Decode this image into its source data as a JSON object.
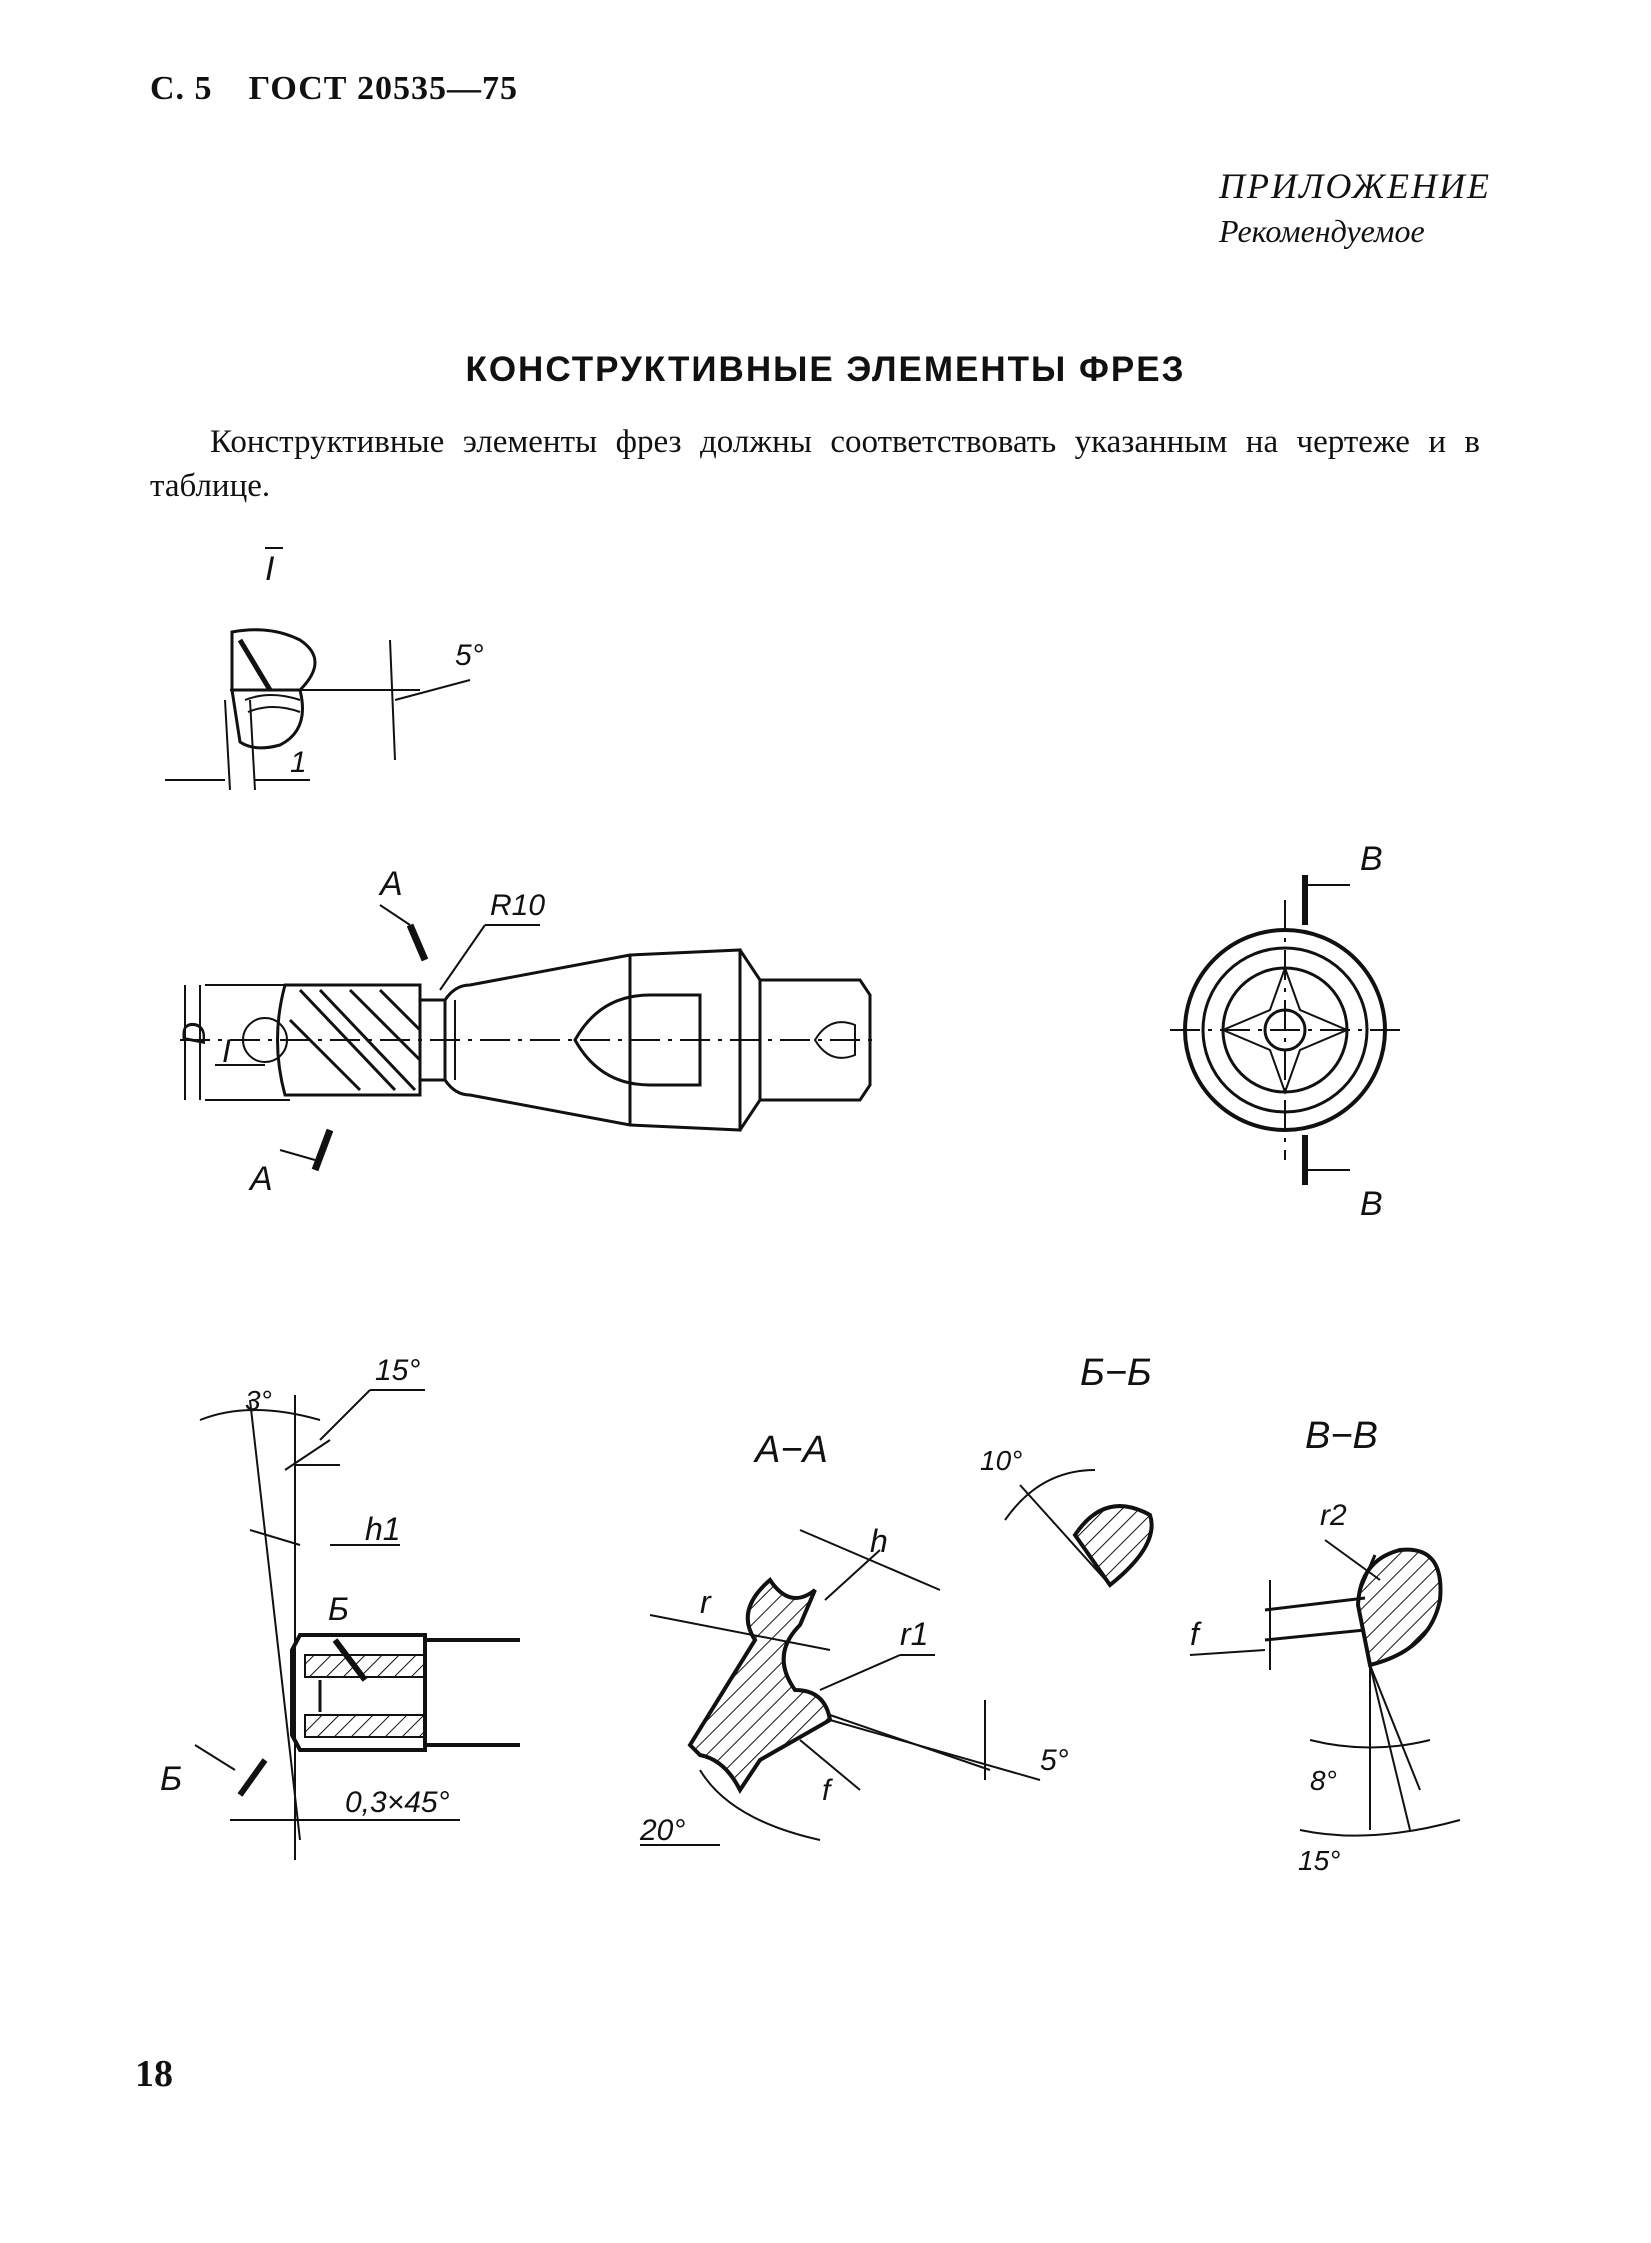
{
  "header": {
    "page": "С. 5",
    "standard": "ГОСТ 20535—75"
  },
  "appendix": {
    "title": "ПРИЛОЖЕНИЕ",
    "subtitle": "Рекомендуемое"
  },
  "title": "КОНСТРУКТИВНЫЕ ЭЛЕМЕНТЫ ФРЕЗ",
  "intro": "Конструктивные элементы фрез должны соответствовать указанным на чертеже и в таблице.",
  "drawing": {
    "detail_label": "I",
    "detail_angle": "5°",
    "detail_len": "1",
    "section_a": "A",
    "radius": "R10",
    "diameter": "D",
    "section_v": "В",
    "section_b": "Б",
    "angle_3": "3°",
    "angle_15": "15°",
    "h1": "h1",
    "chamfer": "0,3×45°",
    "aa_title": "A−A",
    "bb_title": "Б−Б",
    "vv_title": "В−В",
    "angle_10": "10°",
    "h": "h",
    "r": "r",
    "r1": "r1",
    "f": "f",
    "angle_5": "5°",
    "angle_20": "20°",
    "r2": "r2",
    "angle_8": "8°"
  },
  "footer": {
    "page_number": "18"
  }
}
